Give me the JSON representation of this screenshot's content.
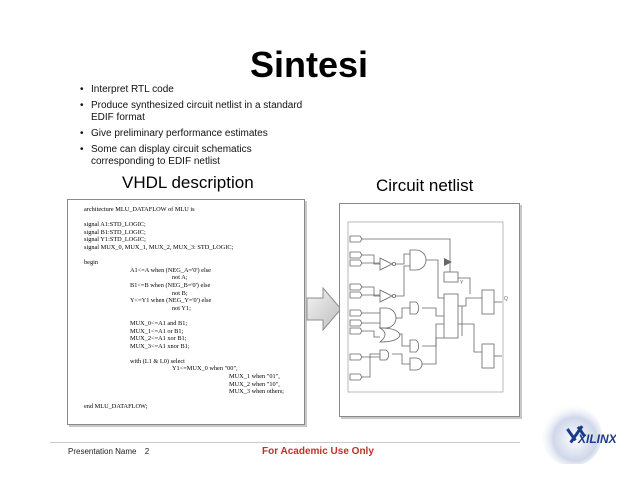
{
  "slide": {
    "title": "Sintesi",
    "bullets": [
      "Interpret RTL code",
      "Produce synthesized circuit netlist in a standard EDIF format",
      "Give preliminary performance estimates",
      "Some can display circuit schematics corresponding to EDIF netlist"
    ],
    "left_heading": "VHDL description",
    "right_heading": "Circuit netlist",
    "vhdl_code": [
      {
        "text": "architecture MLU_DATAFLOW of MLU is",
        "indent": 0
      },
      {
        "text": "",
        "indent": 0
      },
      {
        "text": "signal A1:STD_LOGIC;",
        "indent": 0
      },
      {
        "text": "signal B1:STD_LOGIC;",
        "indent": 0
      },
      {
        "text": "signal Y1:STD_LOGIC;",
        "indent": 0
      },
      {
        "text": "signal MUX_0, MUX_1, MUX_2, MUX_3: STD_LOGIC;",
        "indent": 0
      },
      {
        "text": "",
        "indent": 0
      },
      {
        "text": "begin",
        "indent": 0
      },
      {
        "text": "A1<=A when (NEG_A='0') else",
        "indent": 1
      },
      {
        "text": "not A;",
        "indent": 2
      },
      {
        "text": "B1<=B when (NEG_B='0') else",
        "indent": 1
      },
      {
        "text": "not B;",
        "indent": 2
      },
      {
        "text": "Y<=Y1 when (NEG_Y='0') else",
        "indent": 1
      },
      {
        "text": "not Y1;",
        "indent": 2
      },
      {
        "text": "",
        "indent": 0
      },
      {
        "text": "MUX_0<=A1 and B1;",
        "indent": 1
      },
      {
        "text": "MUX_1<=A1 or B1;",
        "indent": 1
      },
      {
        "text": "MUX_2<=A1 xor B1;",
        "indent": 1
      },
      {
        "text": "MUX_3<=A1 xnor B1;",
        "indent": 1
      },
      {
        "text": "",
        "indent": 0
      },
      {
        "text": "with (L1 & L0) select",
        "indent": 1
      },
      {
        "text": "Y1<=MUX_0 when \"00\",",
        "indent": 2
      },
      {
        "text": "MUX_1 when \"01\",",
        "indent": 3
      },
      {
        "text": "MUX_2 when \"10\",",
        "indent": 3
      },
      {
        "text": "MUX_3 when others;",
        "indent": 3
      },
      {
        "text": "",
        "indent": 0
      },
      {
        "text": "end MLU_DATAFLOW;",
        "indent": 0
      }
    ],
    "netlist_labels": [
      "Y",
      "Q"
    ]
  },
  "footer": {
    "presentation": "Presentation Name",
    "page": "2",
    "notice": "For Academic Use Only",
    "logo_text": "XILINX"
  },
  "colors": {
    "notice": "#c0302a",
    "logo": "#1a3a8a"
  }
}
